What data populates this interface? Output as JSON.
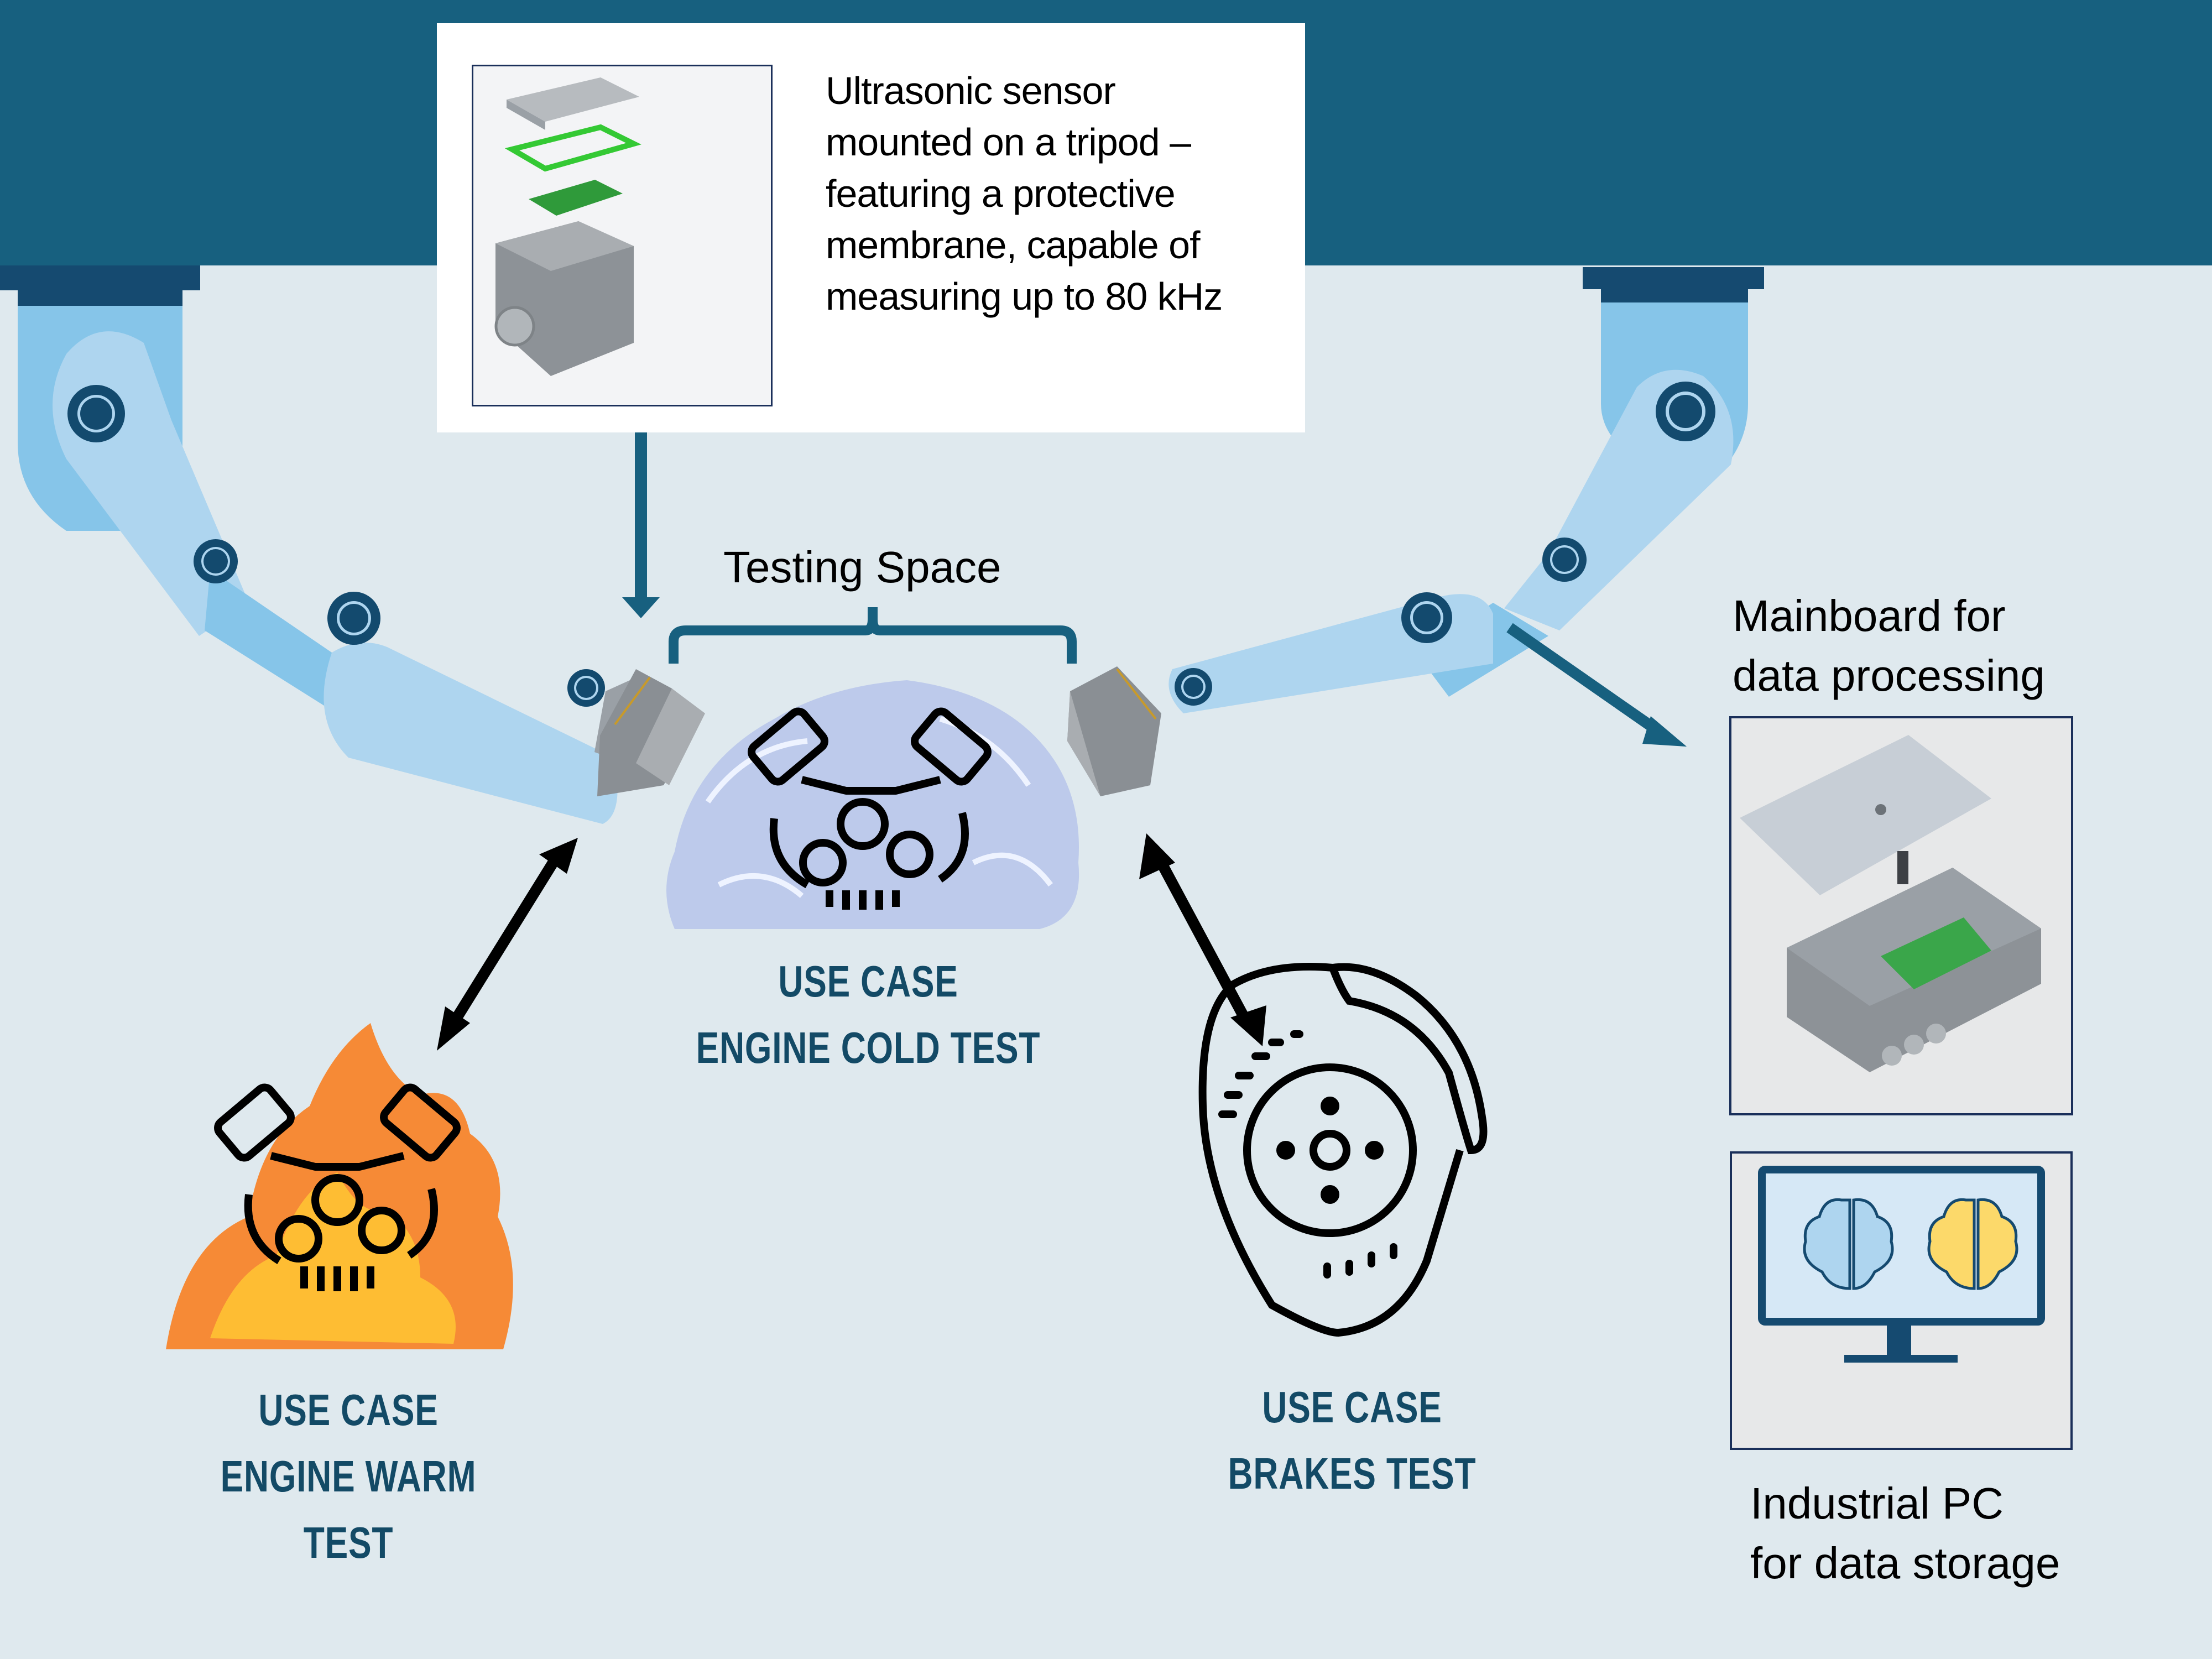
{
  "title": "Ultrasonic sensor testing setup",
  "colors": {
    "top_band": "#17607f",
    "background": "#dfe9ee",
    "robot_arm_light": "#aed5ef",
    "robot_arm_mid": "#86c5e9",
    "joint_dark": "#134a6e",
    "use_case_text": "#134a66",
    "brain_blue": "#aed5ef",
    "brain_yellow": "#fcd96a"
  },
  "sensor": {
    "description_lines": [
      "Ultrasonic sensor",
      "mounted on a tripod –",
      "featuring a protective",
      "membrane, capable of",
      "measuring up to 80 kHz"
    ],
    "image_label": "sensor-exploded-view"
  },
  "testing_space": {
    "label": "Testing Space"
  },
  "use_cases": [
    {
      "line1": "USE CASE",
      "line2": "ENGINE COLD TEST",
      "icon": "engine-ice-icon"
    },
    {
      "line1": "USE CASE",
      "line2": "ENGINE WARM TEST",
      "icon": "engine-fire-icon"
    },
    {
      "line1": "USE CASE",
      "line2": "BRAKES TEST",
      "icon": "brake-disc-icon"
    }
  ],
  "mainboard": {
    "label_lines": [
      "Mainboard for",
      "data processing"
    ]
  },
  "industrial_pc": {
    "label_lines": [
      "Industrial PC",
      "for data storage"
    ]
  }
}
